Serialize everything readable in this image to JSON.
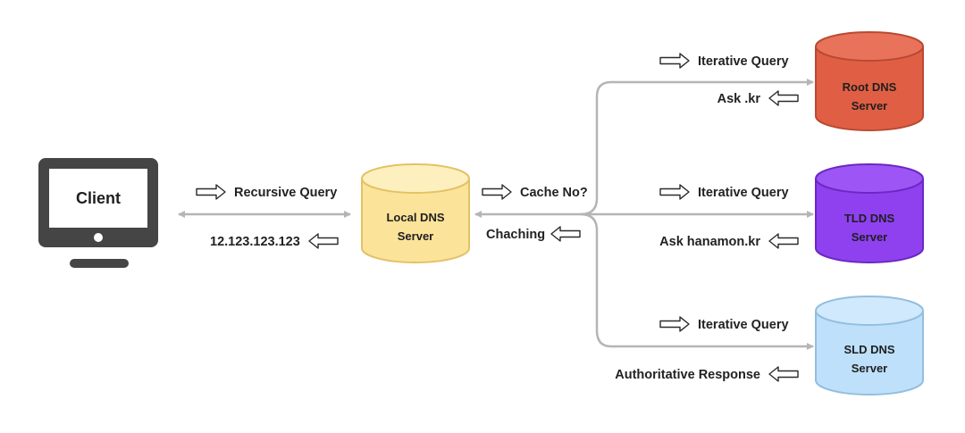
{
  "client": {
    "label": "Client"
  },
  "local": {
    "line1": "Local DNS",
    "line2": "Server",
    "fill": "#FCE39A",
    "top": "#FDF0BE",
    "stroke": "#E3C265"
  },
  "root": {
    "line1": "Root DNS",
    "line2": "Server",
    "fill": "#E05F44",
    "top": "#E8735A",
    "stroke": "#B84A31"
  },
  "tld": {
    "line1": "TLD DNS",
    "line2": "Server",
    "fill": "#8F41F0",
    "top": "#9D55F5",
    "stroke": "#6B28C2"
  },
  "sld": {
    "line1": "SLD DNS",
    "line2": "Server",
    "fill": "#BEE0FA",
    "top": "#D0E9FC",
    "stroke": "#93BEDF"
  },
  "labels": {
    "recursive_query": "Recursive Query",
    "ip_response": "12.123.123.123",
    "cache_no": "Cache  No?",
    "caching": "Chaching",
    "iterative_query_root": "Iterative Query",
    "ask_kr": "Ask .kr",
    "iterative_query_tld": "Iterative Query",
    "ask_hanamon": "Ask hanamon.kr",
    "iterative_query_sld": "Iterative Query",
    "authoritative_response": "Authoritative Response"
  },
  "colors": {
    "ip_response": "#F0A21C",
    "ask_kr": "#E05F44",
    "ask_hanamon": "#8F41F0",
    "authoritative_response": "#1E9BF0"
  }
}
